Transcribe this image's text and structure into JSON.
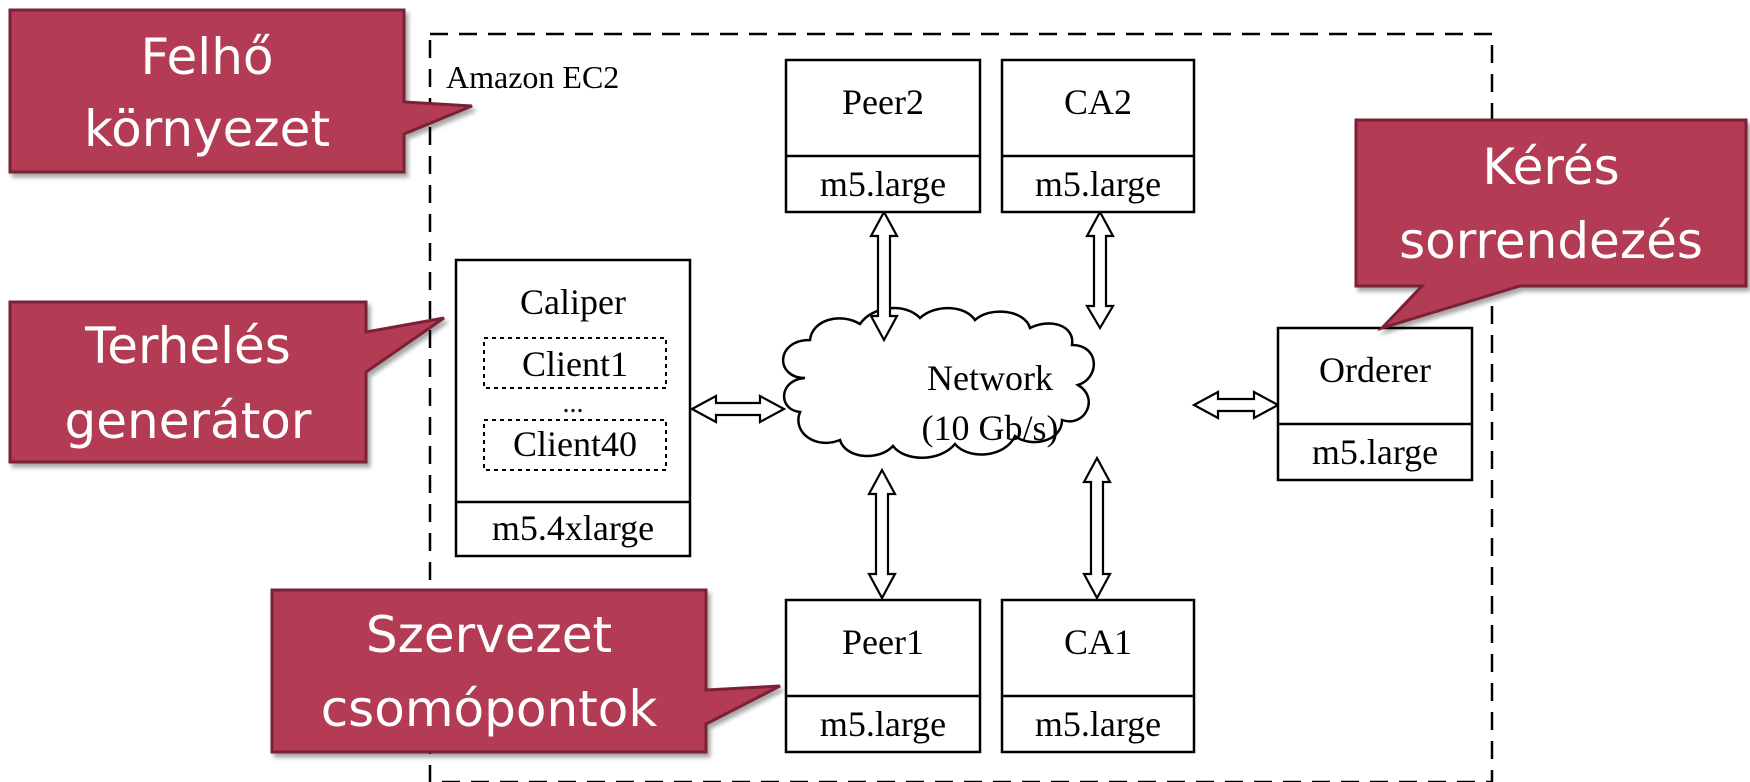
{
  "environment": {
    "label": "Amazon EC2"
  },
  "nodes": {
    "peer2": {
      "name": "Peer2",
      "instance": "m5.large"
    },
    "ca2": {
      "name": "CA2",
      "instance": "m5.large"
    },
    "peer1": {
      "name": "Peer1",
      "instance": "m5.large"
    },
    "ca1": {
      "name": "CA1",
      "instance": "m5.large"
    },
    "orderer": {
      "name": "Orderer",
      "instance": "m5.large"
    },
    "caliper": {
      "name": "Caliper",
      "clients": [
        "Client1",
        "...",
        "Client40"
      ],
      "instance": "m5.4xlarge"
    }
  },
  "network": {
    "line1": "Network",
    "line2": "(10 Gb/s)"
  },
  "callouts": {
    "cloud_env": {
      "lines": [
        "Felhő",
        "környezet"
      ]
    },
    "load_gen": {
      "lines": [
        "Terhelés",
        "generátor"
      ]
    },
    "org_nodes": {
      "lines": [
        "Szervezet",
        "csomópontok"
      ]
    },
    "ordering": {
      "lines": [
        "Kérés",
        "sorrendezés"
      ]
    }
  },
  "colors": {
    "callout_fill": "#b33a52",
    "callout_border": "#7a2236",
    "callout_text": "#ffffff",
    "line": "#000000"
  }
}
